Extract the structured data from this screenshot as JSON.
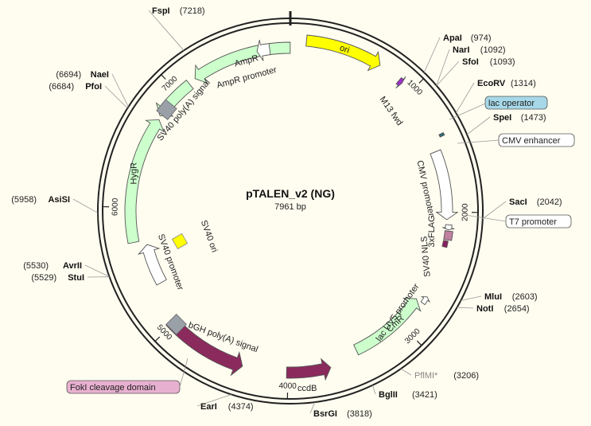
{
  "plasmid": {
    "name": "pTALEN_v2 (NG)",
    "length_label": "7961 bp",
    "length": 7961
  },
  "ticks": [
    {
      "pos": 1000,
      "label": "1000"
    },
    {
      "pos": 2000,
      "label": "2000"
    },
    {
      "pos": 3000,
      "label": "3000"
    },
    {
      "pos": 4000,
      "label": "4000"
    },
    {
      "pos": 5000,
      "label": "5000"
    },
    {
      "pos": 6000,
      "label": "6000"
    },
    {
      "pos": 7000,
      "label": "7000"
    }
  ],
  "sites": [
    {
      "name": "FspI",
      "num": "(7218)",
      "pos": 7218
    },
    {
      "name": "ApaI",
      "num": "(974)",
      "pos": 974
    },
    {
      "name": "NarI",
      "num": "(1092)",
      "pos": 1092
    },
    {
      "name": "SfoI",
      "num": "(1093)",
      "pos": 1093
    },
    {
      "name": "EcoRV",
      "num": "(1314)",
      "pos": 1314
    },
    {
      "name": "SpeI",
      "num": "(1473)",
      "pos": 1473
    },
    {
      "name": "SacI",
      "num": "(2042)",
      "pos": 2042
    },
    {
      "name": "MluI",
      "num": "(2603)",
      "pos": 2603
    },
    {
      "name": "NotI",
      "num": "(2654)",
      "pos": 2654
    },
    {
      "name": "PflMI*",
      "num": "(3206)",
      "pos": 3206
    },
    {
      "name": "BglII",
      "num": "(3421)",
      "pos": 3421
    },
    {
      "name": "BsrGI",
      "num": "(3818)",
      "pos": 3818
    },
    {
      "name": "EarI",
      "num": "(4374)",
      "pos": 4374
    },
    {
      "name": "StuI",
      "num": "(5529)",
      "pos": 5529
    },
    {
      "name": "AvrII",
      "num": "(5530)",
      "pos": 5530
    },
    {
      "name": "AsiSI",
      "num": "(5958)",
      "pos": 5958
    },
    {
      "name": "PfoI",
      "num": "(6684)",
      "pos": 6684
    },
    {
      "name": "NaeI",
      "num": "(6694)",
      "pos": 6694
    }
  ],
  "features": [
    {
      "name": "ori",
      "start": 120,
      "end": 700,
      "dir": "cw",
      "color": "#ffff00",
      "type": "arrow",
      "label_inside": true
    },
    {
      "name": "M13 fwd",
      "start": 880,
      "end": 910,
      "dir": "cw",
      "color": "#9b30c8",
      "type": "arrow"
    },
    {
      "name": "lac operator",
      "start": 1390,
      "end": 1410,
      "color": "#2e6b7a",
      "type": "box"
    },
    {
      "name": "CMV promoter",
      "start": 1500,
      "end": 2060,
      "dir": "cw",
      "color": "#ffffff",
      "type": "arrow"
    },
    {
      "name": "T7 promoter",
      "start": 2100,
      "end": 2140,
      "dir": "cw",
      "color": "#ffffff",
      "type": "arrow"
    },
    {
      "name": "3xFLAG",
      "start": 2150,
      "end": 2220,
      "color": "#c080a0",
      "type": "box"
    },
    {
      "name": "SV40 NLS",
      "start": 2230,
      "end": 2280,
      "color": "#8b2060",
      "type": "box"
    },
    {
      "name": "lac UV5 promoter",
      "start": 2700,
      "end": 2760,
      "dir": "ccw",
      "color": "#ffffff",
      "type": "arrow"
    },
    {
      "name": "CmR",
      "start": 2760,
      "end": 3420,
      "dir": "ccw",
      "color": "#ccffcc",
      "type": "arrow",
      "label_inside": true
    },
    {
      "name": "ccdB",
      "start": 3660,
      "end": 4010,
      "dir": "ccw",
      "color": "#8b2a5c",
      "type": "arrow"
    },
    {
      "name": "bGH poly(A) signal",
      "start": 4360,
      "end": 5030,
      "dir": "ccw",
      "color": "#8b2a5c",
      "type": "arrow"
    },
    {
      "name": "SV40 promoter",
      "start": 5330,
      "end": 5680,
      "dir": "cw",
      "color": "#ffffff",
      "type": "arrow"
    },
    {
      "name": "HygR",
      "start": 5720,
      "end": 6740,
      "dir": "cw",
      "color": "#ccffcc",
      "type": "arrow",
      "label_inside": true
    },
    {
      "name": "SV40 poly(A) signal",
      "start": 6770,
      "end": 7110,
      "dir": "ccw",
      "color": "#ccffcc",
      "type": "arrow"
    },
    {
      "name": "AmpR",
      "start": 7170,
      "end": 7960,
      "dir": "ccw",
      "color": "#ccffcc",
      "type": "arrow"
    },
    {
      "name": "AmpR promoter",
      "start": 7700,
      "end": 7800,
      "dir": "ccw",
      "color": "#ffffff",
      "type": "arrow"
    }
  ],
  "inner_features": [
    {
      "name": "SV40 ori",
      "color": "#ffff00"
    }
  ],
  "callouts": {
    "lac_operator": "lac operator",
    "cmv_enhancer": "CMV enhancer",
    "t7_promoter": "T7 promoter",
    "foki": "FokI cleavage domain"
  },
  "colors": {
    "background": "#fffdf0",
    "backbone": "#222222",
    "lac_operator_box": "#a6d8e8",
    "foki_box": "#e8b0d0"
  }
}
